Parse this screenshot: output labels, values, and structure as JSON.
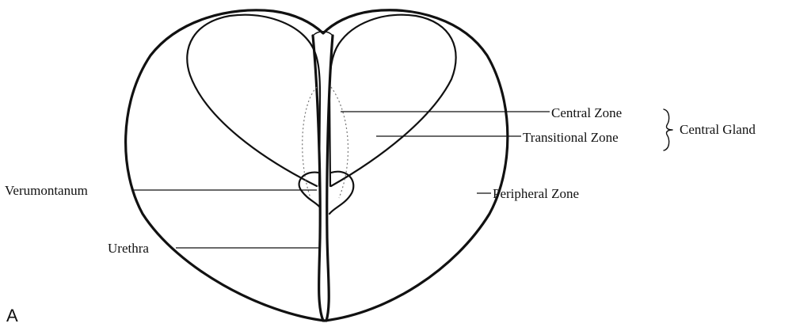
{
  "figure": {
    "panel_letter": "A",
    "labels": {
      "central_zone": "Central Zone",
      "transitional_zone": "Transitional Zone",
      "central_gland": "Central Gland",
      "peripheral_zone": "Peripheral Zone",
      "verumontanum": "Verumontanum",
      "urethra": "Urethra"
    }
  }
}
